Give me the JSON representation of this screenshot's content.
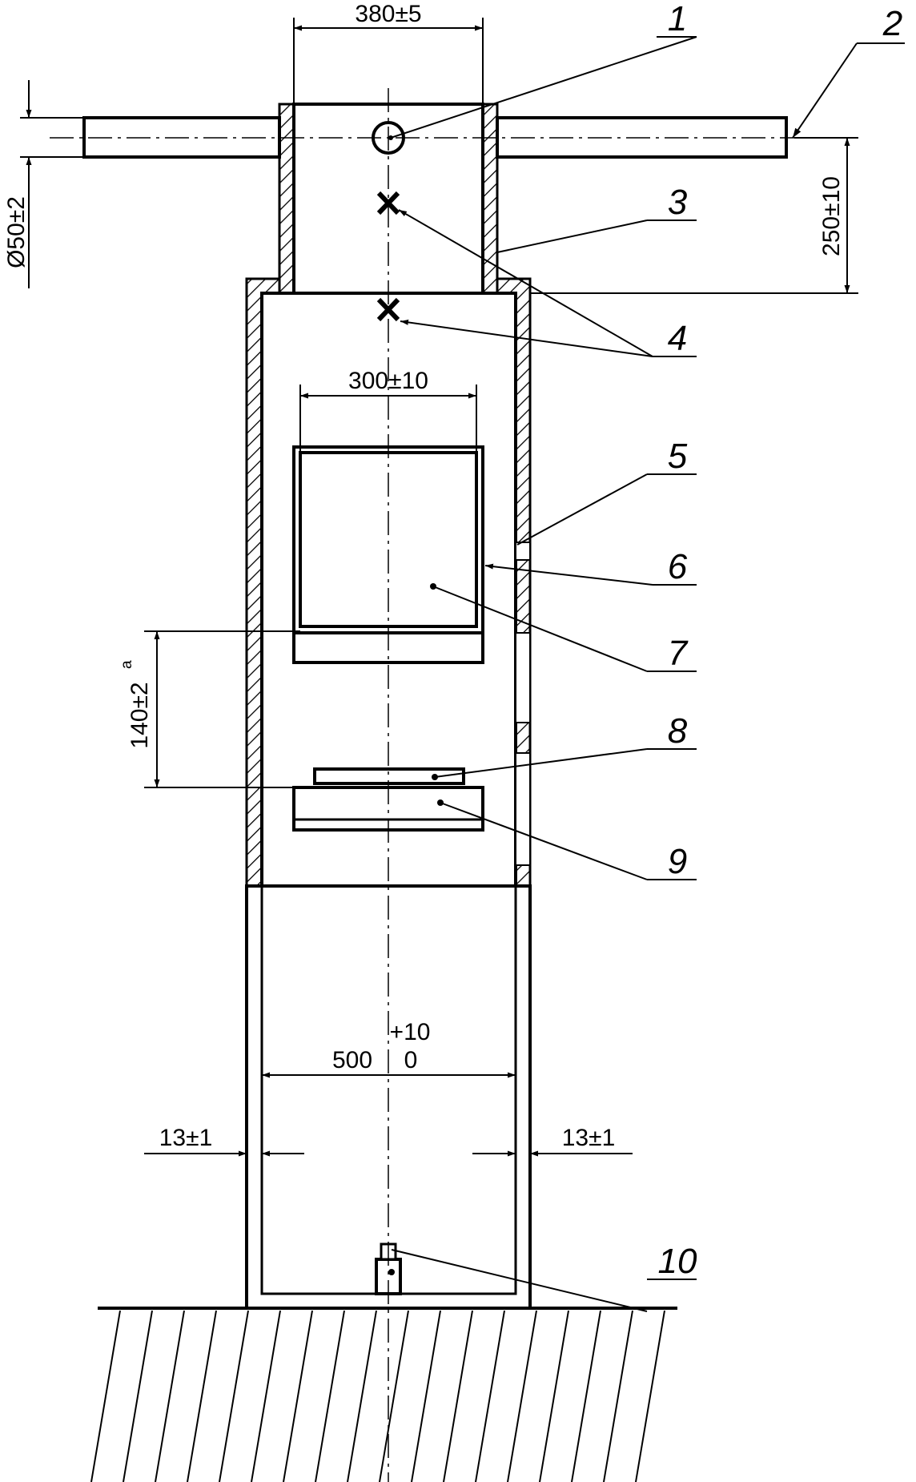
{
  "dimensions": {
    "top_width": "380±5",
    "rod_diameter": "Ø50±2",
    "rod_height": "250±10",
    "window_width": "300±10",
    "window_gap": "140±2",
    "window_gap_note": "a",
    "inner_width": "500",
    "inner_width_tol_upper": "+10",
    "inner_width_tol_lower": "0",
    "wall_left": "13±1",
    "wall_right": "13±1"
  },
  "callouts": [
    "1",
    "2",
    "3",
    "4",
    "5",
    "6",
    "7",
    "8",
    "9",
    "10"
  ]
}
